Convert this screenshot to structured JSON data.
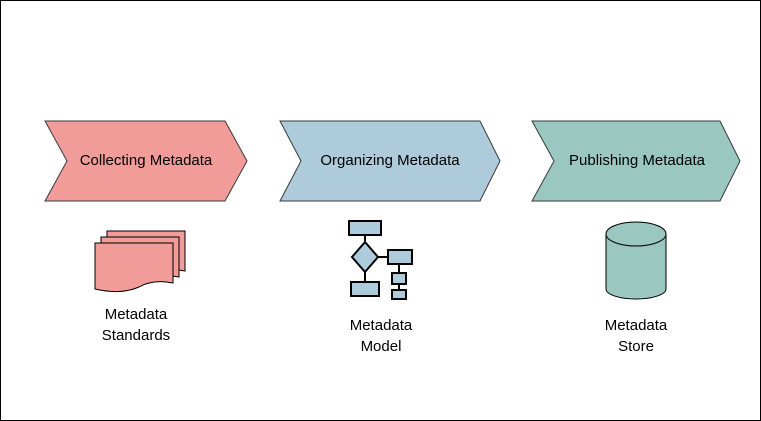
{
  "stages": [
    {
      "title": "Collecting Metadata",
      "fill": "#f19c99",
      "artifact": {
        "icon": "documents-icon",
        "label_lines": [
          "Metadata",
          "Standards"
        ]
      }
    },
    {
      "title": "Organizing Metadata",
      "fill": "#aecbdc",
      "artifact": {
        "icon": "flowchart-icon",
        "label_lines": [
          "Metadata",
          "Model"
        ]
      }
    },
    {
      "title": "Publishing Metadata",
      "fill": "#9ac7bf",
      "artifact": {
        "icon": "database-cylinder-icon",
        "label_lines": [
          "Metadata",
          "Store"
        ]
      }
    }
  ],
  "colors": {
    "stroke": "#000000",
    "stroke_soft": "#36393d",
    "flowchart_fill": "#aecbdc",
    "text": "#000000"
  }
}
